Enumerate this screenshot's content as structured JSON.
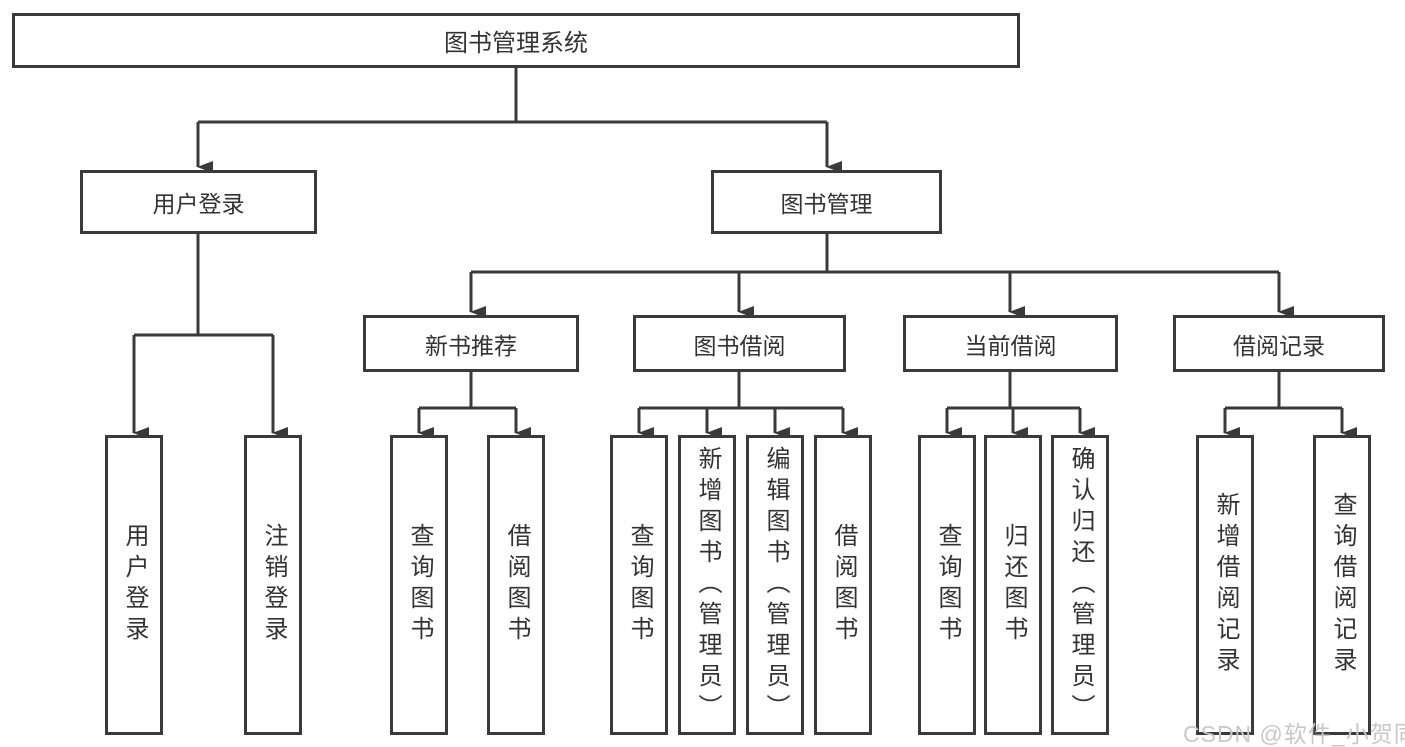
{
  "title": {
    "label": "图书管理系统"
  },
  "branches": {
    "user_login": "用户登录",
    "book_mgmt": "图书管理"
  },
  "modules": {
    "new_book": "新书推荐",
    "book_borrow": "图书借阅",
    "current_borrow": "当前借阅",
    "borrow_records": "借阅记录"
  },
  "leaves": {
    "user_login": [
      "用户登录",
      "注销登录"
    ],
    "new_book": [
      "查询图书",
      "借阅图书"
    ],
    "book_borrow": [
      "查询图书",
      "新增图书（管理员）",
      "编辑图书（管理员）",
      "借阅图书"
    ],
    "current_borrow": [
      "查询图书",
      "归还图书",
      "确认归还（管理员）"
    ],
    "borrow_records": [
      "新增借阅记录",
      "查询借阅记录"
    ]
  },
  "watermark": {
    "text": "CSDN @软件_小贺同学"
  },
  "colors": {
    "line": "#3a3a3c",
    "text": "#333333",
    "watermark": "#c8c8c8"
  }
}
